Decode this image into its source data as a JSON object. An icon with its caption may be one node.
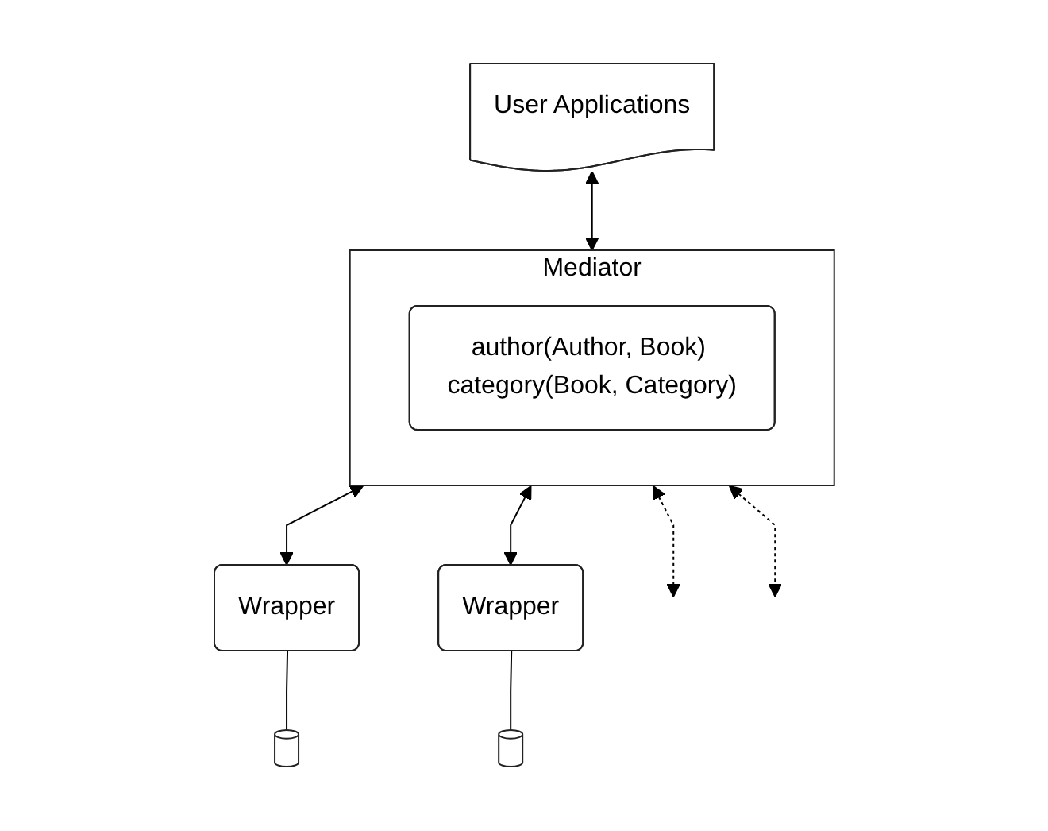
{
  "diagram": {
    "nodes": [
      {
        "text": [
          "User Applications"
        ]
      },
      {
        "text": [
          "Mediator"
        ]
      },
      {
        "text": [
          "author(Author, Book) category(Book, Category)"
        ],
        "in": 1
      },
      {
        "text": [
          "Wrapper"
        ]
      },
      {
        "text": [
          "Wrapper"
        ]
      },
      {
        "text": [],
        "shape": "cylinder"
      },
      {
        "text": [],
        "shape": "cylinder"
      }
    ],
    "edges": [
      {
        "from": 0,
        "to": 1,
        "arrow": "both"
      },
      {
        "from": 1,
        "to": 3,
        "arrow": "both"
      },
      {
        "from": 1,
        "to": 4,
        "arrow": "both"
      },
      {
        "from": 1,
        "to": null,
        "arrow": "both",
        "style": "dashed"
      },
      {
        "from": 1,
        "to": null,
        "arrow": "both",
        "style": "dashed"
      },
      {
        "from": 3,
        "to": 5,
        "arrow": "none"
      },
      {
        "from": 4,
        "to": 6,
        "arrow": "none"
      }
    ]
  }
}
